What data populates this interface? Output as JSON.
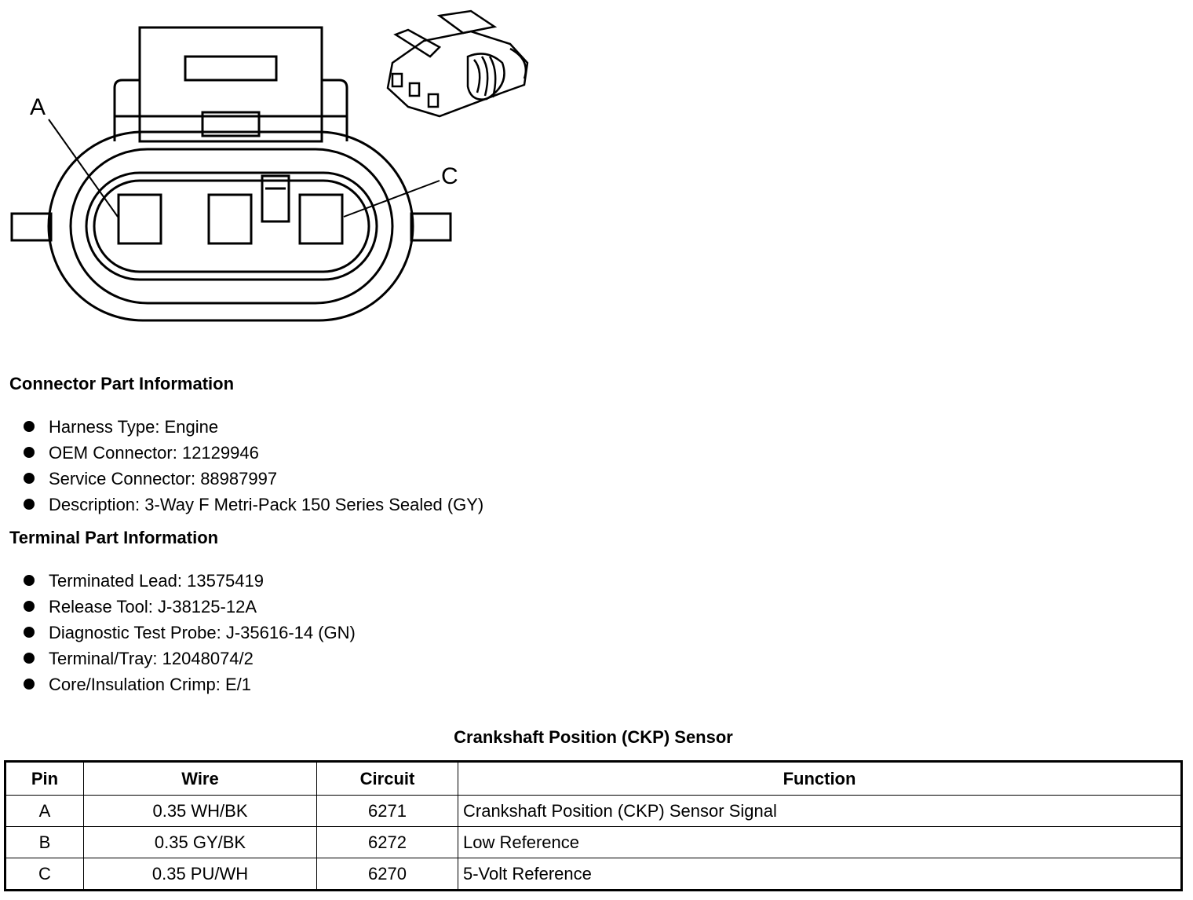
{
  "diagram": {
    "pin_a_label": "A",
    "pin_c_label": "C"
  },
  "connector_section": {
    "title": "Connector Part Information",
    "items": [
      "Harness Type: Engine",
      "OEM Connector: 12129946",
      "Service Connector: 88987997",
      "Description: 3-Way F Metri-Pack 150 Series Sealed (GY)"
    ]
  },
  "terminal_section": {
    "title": "Terminal Part Information",
    "items": [
      "Terminated Lead: 13575419",
      "Release Tool: J-38125-12A",
      "Diagnostic Test Probe: J-35616-14 (GN)",
      "Terminal/Tray: 12048074/2",
      "Core/Insulation Crimp: E/1"
    ]
  },
  "table": {
    "title": "Crankshaft Position (CKP) Sensor",
    "headers": [
      "Pin",
      "Wire",
      "Circuit",
      "Function"
    ],
    "rows": [
      [
        "A",
        "0.35 WH/BK",
        "6271",
        "Crankshaft Position (CKP) Sensor Signal"
      ],
      [
        "B",
        "0.35 GY/BK",
        "6272",
        "Low Reference"
      ],
      [
        "C",
        "0.35 PU/WH",
        "6270",
        "5-Volt Reference"
      ]
    ]
  }
}
